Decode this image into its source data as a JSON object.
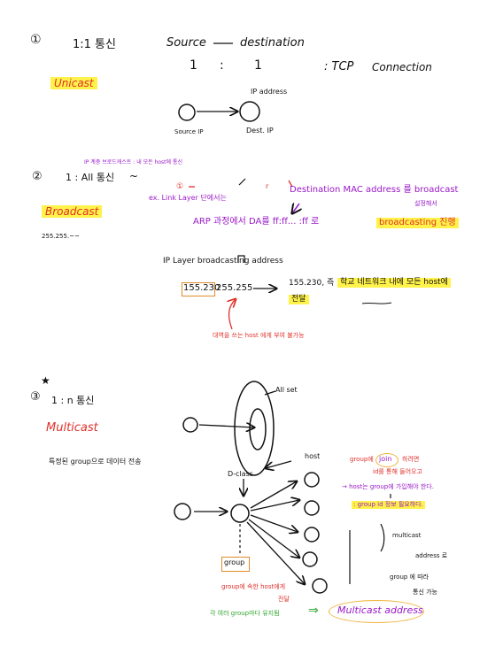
{
  "section1": {
    "num": "①",
    "title": "1:1 통신",
    "source": "Source",
    "dash": "—",
    "destination": "destination",
    "one_a": "1",
    "colon": ":",
    "one_b": "1",
    "tcp": ": TCP",
    "connection": "Connection",
    "term": "Unicast",
    "ip_address": "IP address",
    "source_ip": "Source IP",
    "dest_ip": "Dest. IP"
  },
  "section2": {
    "num": "②",
    "note_top": "IP 계층 브로드캐스트 : 내 모든 host에 통신",
    "title": "1 : All 통신",
    "tilde": "~",
    "term": "Broadcast",
    "ip_partial": "255.255.~~",
    "circ_num": "①",
    "ex_layer": "ex. Link Layer 단에서는",
    "r_mark": "r",
    "dest_mac": "Destination MAC address 를 broadcast",
    "setting": "설정해서",
    "arp": "ARP 과정에서 DA를 ff:ff... :ff 로",
    "arp_broadcast": "broadcasting 진행",
    "ip_layer_label": "IP Layer broadcasting address",
    "ip_net": "155.230",
    "ip_bc": "255.255",
    "arrow": "→",
    "result": "155.230, 즉",
    "result2": "학교 네트워크 내에 모든 host에",
    "deliver": "전달",
    "caution": "대역을 쓰는 host 에게 부여 불가능"
  },
  "section3": {
    "star": "★",
    "num": "③",
    "title": "1 : n 통신",
    "term": "Multicast",
    "desc": "특정된 group으로 데이터 전송",
    "all_set": "All set",
    "d_class": "D-class",
    "host": "host",
    "group": "group",
    "note1a": "group에",
    "join": "join",
    "note1b": "하려면",
    "note2": "id를 통해 들어오고",
    "note3": "→ host는 group에 가입해야 한다.",
    "note4": ": group id 정보 필요하다.",
    "multicast": "multicast",
    "address_ro": "address 로",
    "group_diff": "group 에 따라",
    "diff": "통신 가능",
    "group_member": "group에 속한 host에게",
    "deliver": "전달",
    "bottom_green": "각 여러 group마다 유지됨",
    "arrow": "⇒",
    "multicast_address": "Multicast address"
  }
}
